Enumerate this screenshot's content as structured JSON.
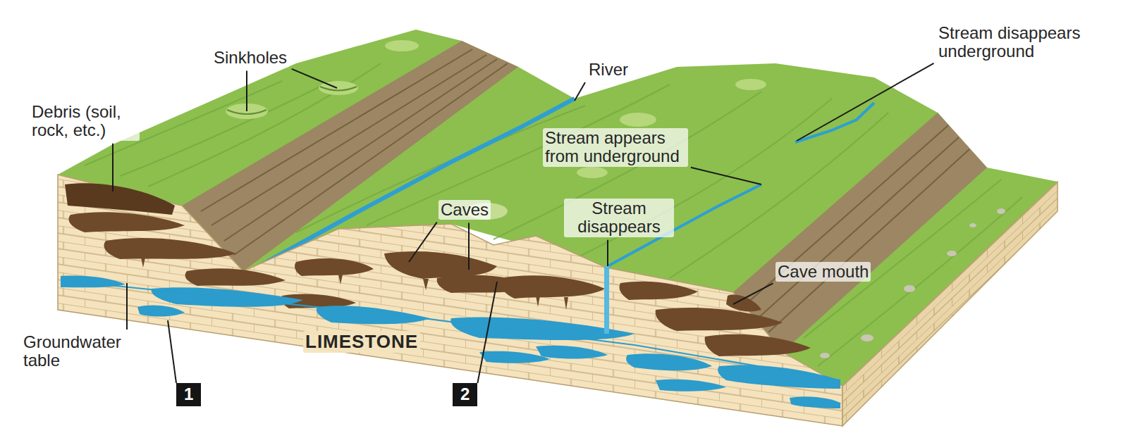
{
  "diagram": {
    "nodes": [
      {
        "text": [
          "1"
        ]
      },
      {
        "text": [
          "2"
        ]
      }
    ],
    "labels": [
      "Sinkholes",
      "River",
      "Stream disappears underground",
      "Debris (soil, rock, etc.)",
      "Stream appears from underground",
      "Caves",
      "Stream disappears",
      "Cave mouth",
      "LIMESTONE",
      "Groundwater table"
    ]
  }
}
